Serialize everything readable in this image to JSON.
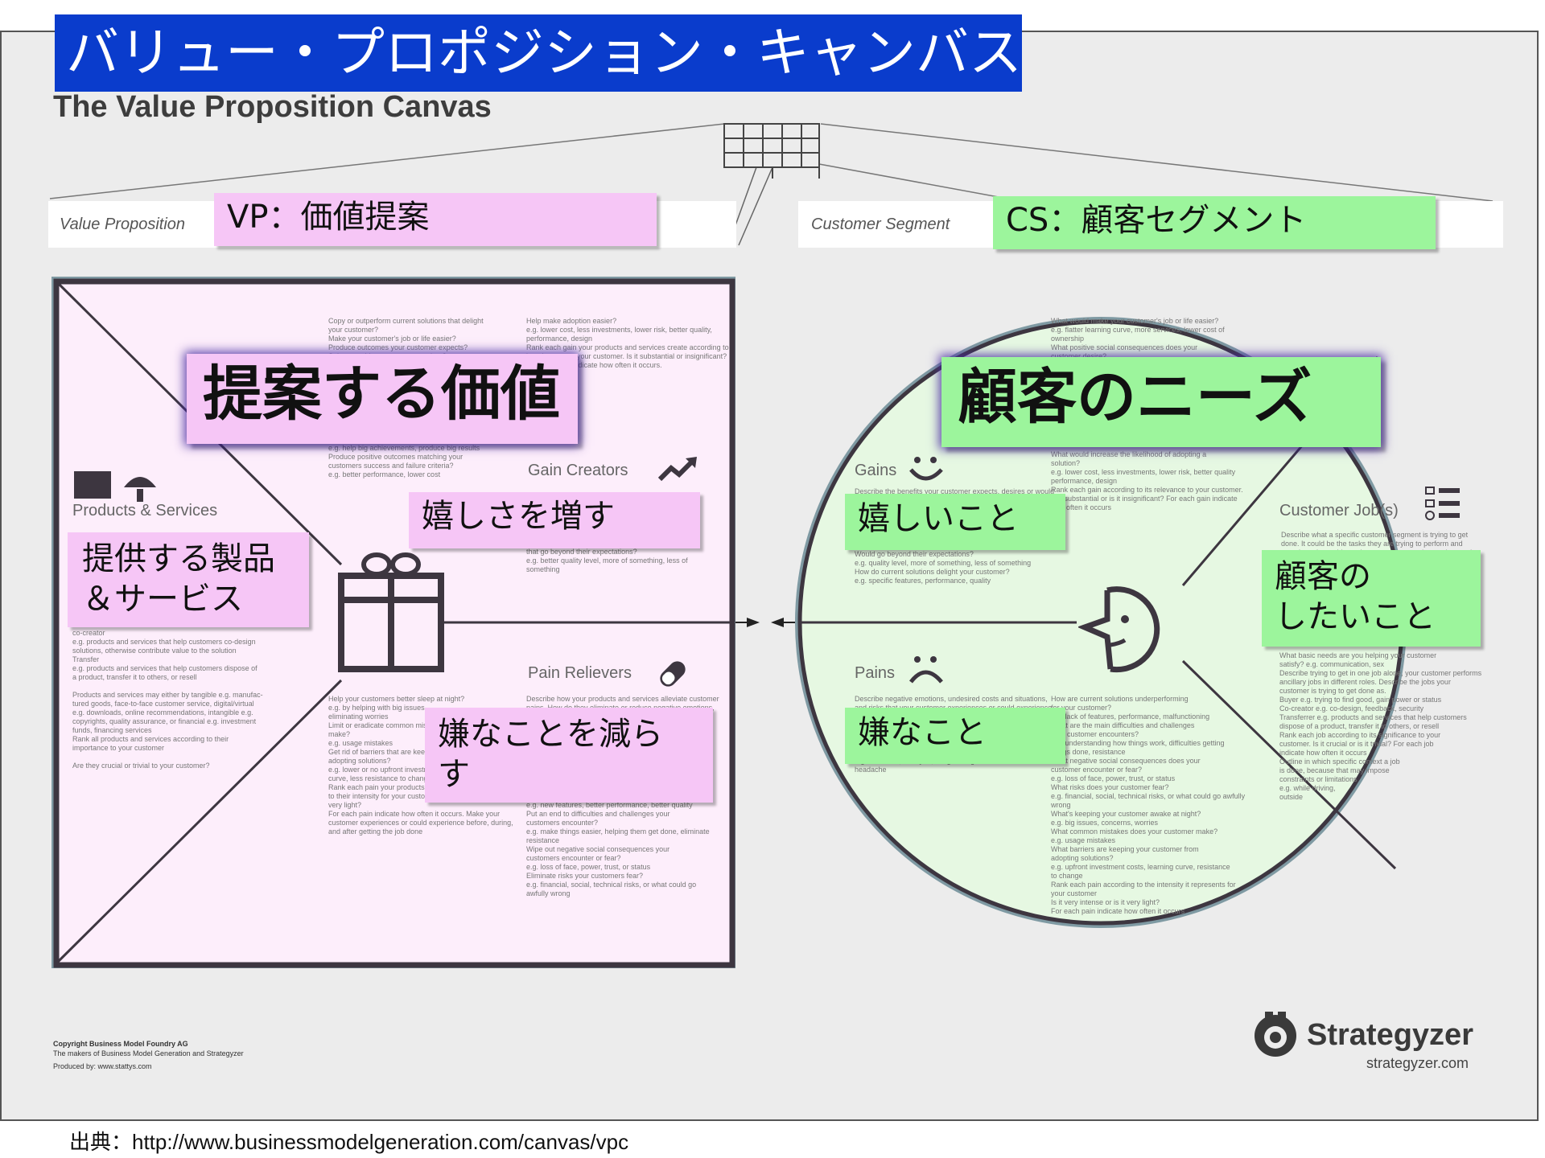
{
  "header": {
    "title": "バリュー・プロポジション・キャンバス",
    "subtitle": "The Value Proposition Canvas"
  },
  "value_proposition": {
    "strip_label": "Value Proposition",
    "highlight": "VP：価値提案",
    "big_label": "提案する価値",
    "products_services": {
      "label": "Products & Services",
      "jp": [
        "提供する製品",
        "＆サービス"
      ]
    },
    "gain_creators": {
      "label": "Gain Creators",
      "jp": "嬉しさを増す"
    },
    "pain_relievers": {
      "label": "Pain Relievers",
      "jp": [
        "嫌なことを減ら",
        "す"
      ]
    }
  },
  "customer_segment": {
    "strip_label": "Customer Segment",
    "highlight": "CS：顧客セグメント",
    "big_label": "顧客のニーズ",
    "gains": {
      "label": "Gains",
      "jp": "嬉しいこと"
    },
    "pains": {
      "label": "Pains",
      "jp": "嫌なこと"
    },
    "customer_jobs": {
      "label": "Customer Job(s)",
      "jp": [
        "顧客の",
        "したいこと"
      ]
    }
  },
  "footer": {
    "copyright": "Copyright Business Model Foundry AG",
    "makers": "The makers of Business Model Generation and Strategyzer",
    "produced": "Produced by: www.stattys.com",
    "brand": "Strategyzer",
    "brand_url": "strategyzer.com",
    "source": "出典：http://www.businessmodelgeneration.com/canvas/vpc"
  },
  "colors": {
    "title_bg": "#0a3ccc",
    "vp_highlight": "#f6c6f6",
    "cs_highlight": "#9cf59c",
    "vp_fill": "#fdeefb",
    "cs_fill": "#e6f8e2",
    "canvas_bg": "#ececec"
  },
  "icons": [
    "gift-icon",
    "face-icon",
    "smile-icon",
    "frown-icon",
    "trend-up-icon",
    "pill-icon",
    "checklist-icon",
    "strategyzer-logo-icon"
  ]
}
